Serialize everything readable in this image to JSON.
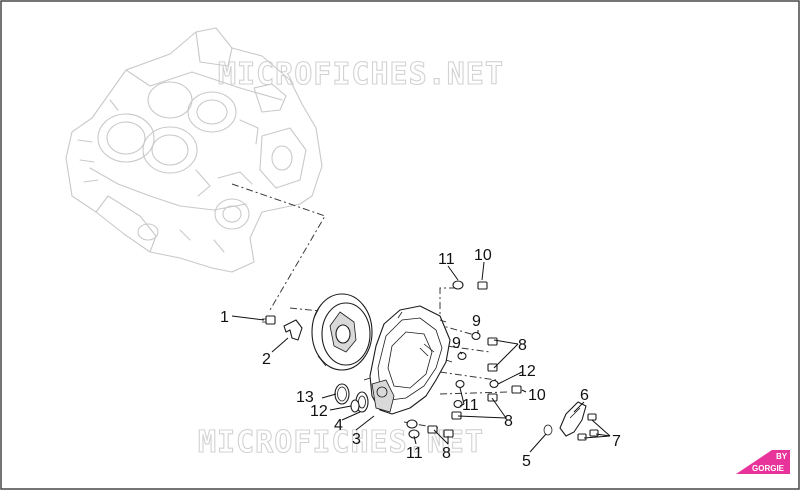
{
  "watermark": {
    "top": "MICROFICHES.NET",
    "bottom": "MICROFICHES.NET"
  },
  "brand": {
    "by": "BY",
    "name": "GORGIE",
    "color": "#e8339a"
  },
  "callouts": {
    "c1": "1",
    "c2": "2",
    "c3": "3",
    "c4": "4",
    "c5": "5",
    "c6": "6",
    "c7": "7",
    "c8a": "8",
    "c8b": "8",
    "c8c": "8",
    "c9a": "9",
    "c9b": "9",
    "c10a": "10",
    "c10b": "10",
    "c11a": "11",
    "c11b": "11",
    "c11c": "11",
    "c12a": "12",
    "c12b": "12",
    "c13": "13"
  }
}
